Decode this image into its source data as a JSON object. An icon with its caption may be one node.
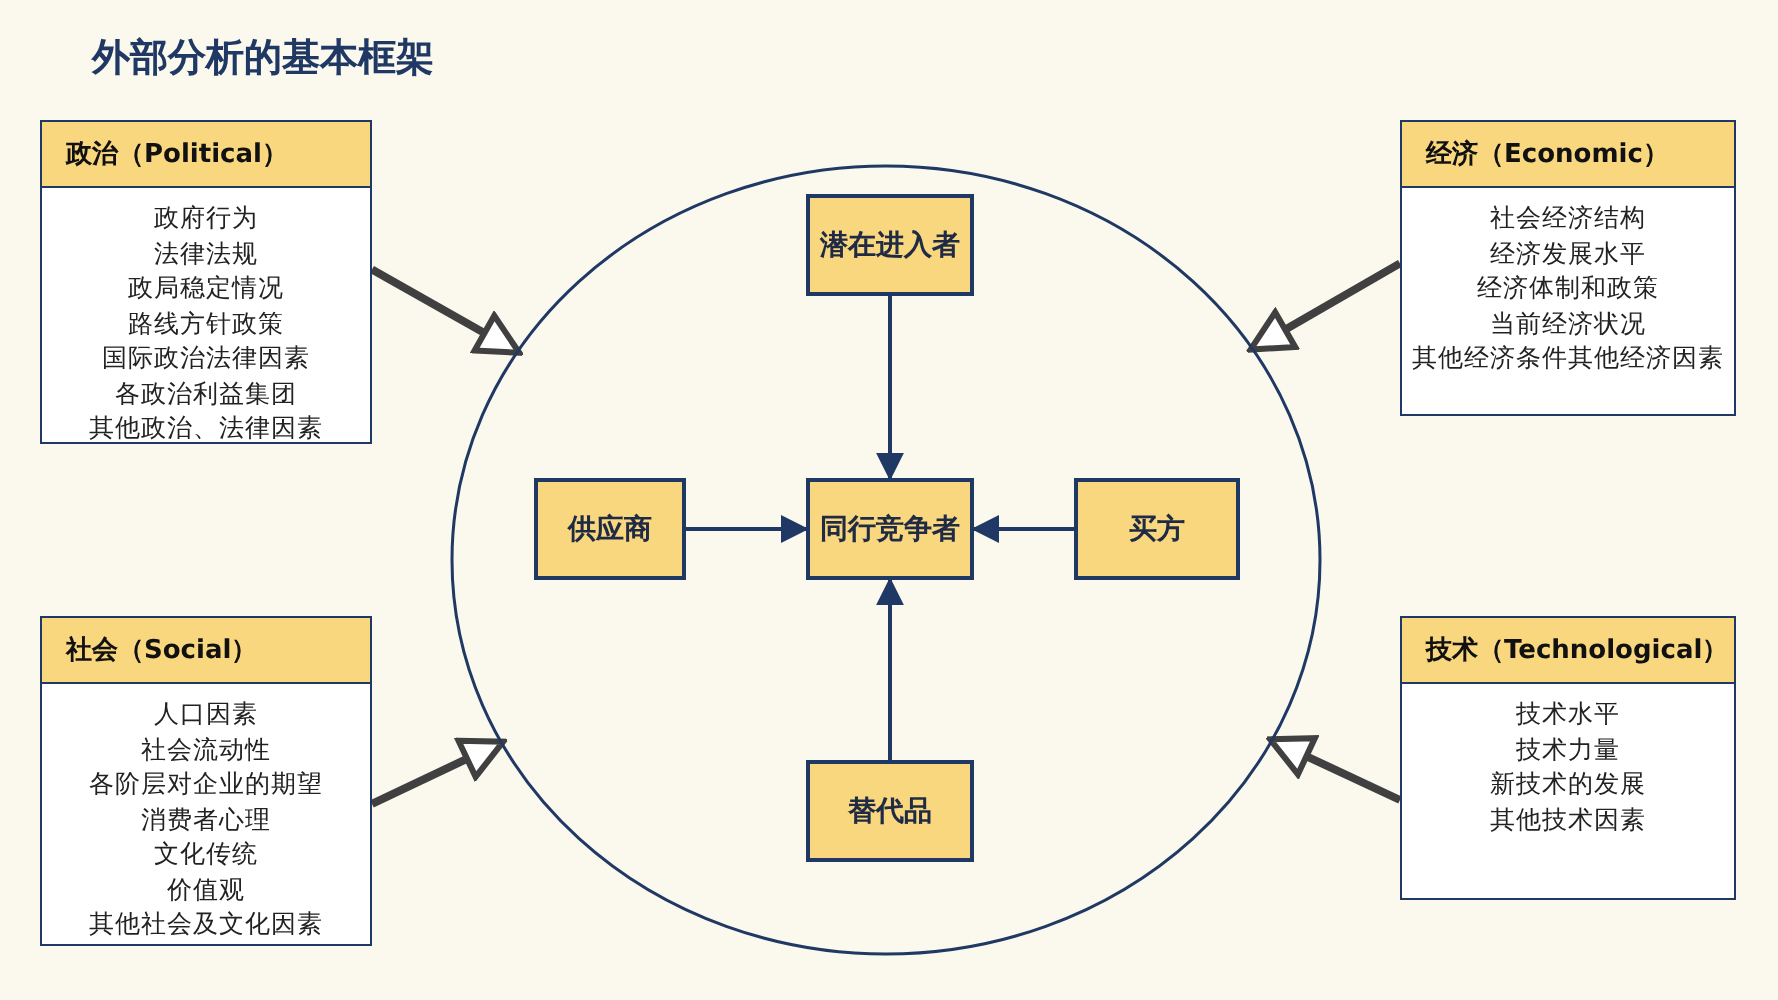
{
  "diagram": {
    "title": "外部分析的基本框架",
    "nodes": [
      {
        "text": [
          "政治（Political）",
          "政府行为",
          "法律法规",
          "政局稳定情况",
          "路线方针政策",
          "国际政治法律因素",
          "各政治利益集团",
          "其他政治、法律因素"
        ]
      },
      {
        "text": [
          "经济（Economic）",
          "社会经济结构",
          "经济发展水平",
          "经济体制和政策",
          "当前经济状况",
          "其他经济条件其他经济因素"
        ]
      },
      {
        "text": [],
        "shape": "ellipse"
      },
      {
        "text": [
          "潜在进入者"
        ],
        "in": 2
      },
      {
        "text": [
          "供应商"
        ],
        "in": 2
      },
      {
        "text": [
          "同行竞争者"
        ],
        "in": 2
      },
      {
        "text": [
          "买方"
        ],
        "in": 2
      },
      {
        "text": [
          "替代品"
        ],
        "in": 2
      },
      {
        "text": [
          "社会（Social）",
          "人口因素",
          "社会流动性",
          "各阶层对企业的期望",
          "消费者心理",
          "文化传统",
          "价值观",
          "其他社会及文化因素"
        ]
      },
      {
        "text": [
          "技术（Technological）",
          "技术水平",
          "技术力量",
          "新技术的发展",
          "其他技术因素"
        ]
      }
    ],
    "edges": [
      {
        "from": 0,
        "to": 2,
        "arrow": "to",
        "style": "thick",
        "color": "#404040"
      },
      {
        "from": 1,
        "to": 2,
        "arrow": "to",
        "style": "thick",
        "color": "#404040"
      },
      {
        "from": 8,
        "to": 2,
        "arrow": "to",
        "style": "thick",
        "color": "#404040"
      },
      {
        "from": 9,
        "to": 2,
        "arrow": "to",
        "style": "thick",
        "color": "#404040"
      },
      {
        "from": 3,
        "to": 5,
        "arrow": "to"
      },
      {
        "from": 4,
        "to": 5,
        "arrow": "to"
      },
      {
        "from": 6,
        "to": 5,
        "arrow": "to"
      },
      {
        "from": 7,
        "to": 5,
        "arrow": "to"
      }
    ]
  }
}
